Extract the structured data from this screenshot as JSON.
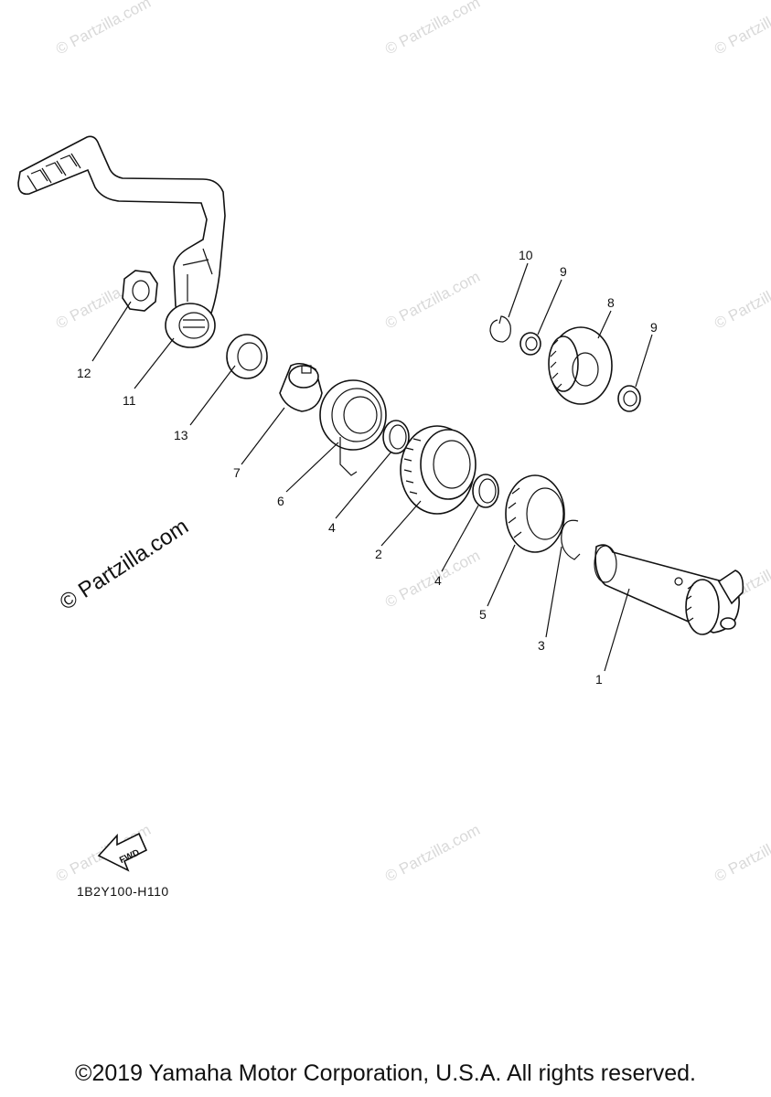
{
  "watermark": {
    "text": "© Partzilla.com",
    "prominent_text": "© Partzilla.com"
  },
  "callouts": [
    "1",
    "2",
    "3",
    "4",
    "4",
    "5",
    "6",
    "7",
    "8",
    "9",
    "9",
    "10",
    "11",
    "12",
    "13"
  ],
  "fwd_label": "FWD",
  "diagram_code": "1B2Y100-H110",
  "copyright": "©2019 Yamaha Motor Corporation, U.S.A. All rights reserved."
}
